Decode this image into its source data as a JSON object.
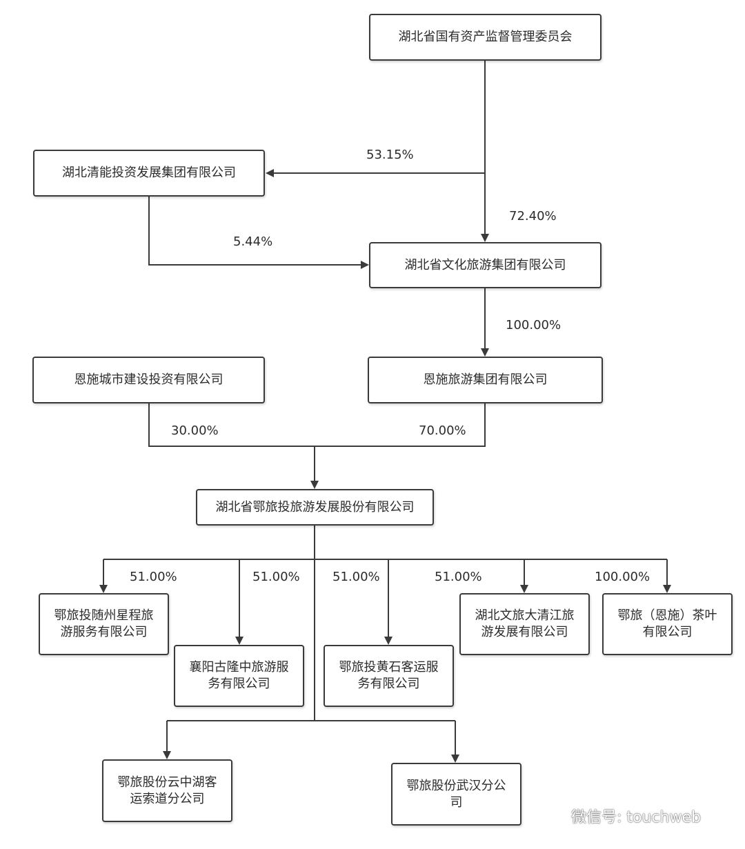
{
  "nodes": {
    "sasac": "湖北省国有资产监督管理委员会",
    "qingneng": "湖北清能投资发展集团有限公司",
    "wenlv": "湖北省文化旅游集团有限公司",
    "enshi_city": "恩施城市建设投资有限公司",
    "enshi_tourism": "恩施旅游集团有限公司",
    "elvtou": "湖北省鄂旅投旅游发展股份有限公司",
    "suizhou": [
      "鄂旅投随州星程旅",
      "游服务有限公司"
    ],
    "xiangyang": [
      "襄阳古隆中旅游服",
      "务有限公司"
    ],
    "huangshi": [
      "鄂旅投黄石客运服",
      "务有限公司"
    ],
    "daqingjiang": [
      "湖北文旅大清江旅",
      "游发展有限公司"
    ],
    "tea": [
      "鄂旅（恩施）茶叶",
      "有限公司"
    ],
    "yunzhonghu": [
      "鄂旅股份云中湖客",
      "运索道分公司"
    ],
    "wuhan": [
      "鄂旅股份武汉分公",
      "司"
    ]
  },
  "edges": {
    "sasac_qingneng": "53.15%",
    "sasac_wenlv": "72.40%",
    "qingneng_wenlv": "5.44%",
    "wenlv_enshi": "100.00%",
    "city_elvtou": "30.00%",
    "enshi_elvtou": "70.00%",
    "to_suizhou": "51.00%",
    "to_xiangyang": "51.00%",
    "to_huangshi": "51.00%",
    "to_daqingjiang": "51.00%",
    "to_tea": "100.00%"
  },
  "watermark": {
    "text": "微信号: touchweb",
    "icon": "wechat-icon"
  },
  "colors": {
    "line": "#3a3a3a",
    "border": "#3a3a3a",
    "background": "#ffffff"
  }
}
